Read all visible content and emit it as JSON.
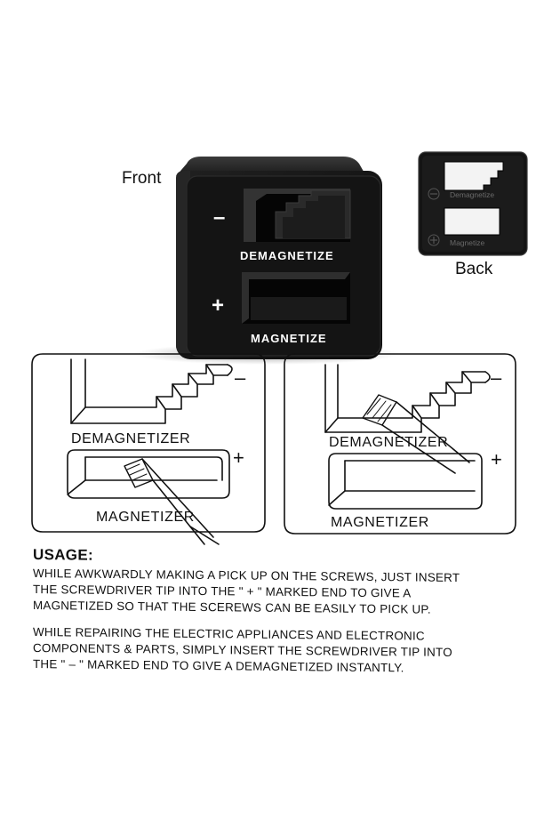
{
  "labels": {
    "front": "Front",
    "back": "Back"
  },
  "product_front": {
    "minus_sign": "–",
    "plus_sign": "+",
    "demagnetize_text": "DEMAGNETIZE",
    "magnetize_text": "MAGNETIZE"
  },
  "product_back": {
    "demagnetize_text": "Demagnetize",
    "magnetize_text": "Magnetize"
  },
  "diagrams": [
    {
      "demagnetizer_label": "DEMAGNETIZER",
      "magnetizer_label": "MAGNETIZER",
      "minus_sign": "–",
      "plus_sign": "+"
    },
    {
      "demagnetizer_label": "DEMAGNETIZER",
      "magnetizer_label": "MAGNETIZER",
      "minus_sign": "–",
      "plus_sign": "+"
    }
  ],
  "usage": {
    "heading": "USAGE:",
    "paragraph1": [
      "WHILE AWKWARDLY MAKING A PICK UP ON  THE SCREWS, JUST INSERT",
      "THE SCREWDRIVER TIP INTO THE  \" + \"  MARKED END TO GIVE  A",
      "MAGNETIZED SO THAT THE SCEREWS CAN BE EASILY TO PICK UP."
    ],
    "paragraph2": [
      "WHILE REPAIRING THE ELECTRIC APPLIANCES  AND  ELECTRONIC",
      "COMPONENTS & PARTS, SIMPLY INSERT THE SCREWDRIVER TIP INTO",
      "THE \" – \" MARKED END TO GIVE A DEMAGNETIZED INSTANTLY."
    ]
  },
  "colors": {
    "product_body": "#111111",
    "product_edge": "#2a2a2a",
    "line_art": "#111111",
    "background": "#ffffff"
  }
}
